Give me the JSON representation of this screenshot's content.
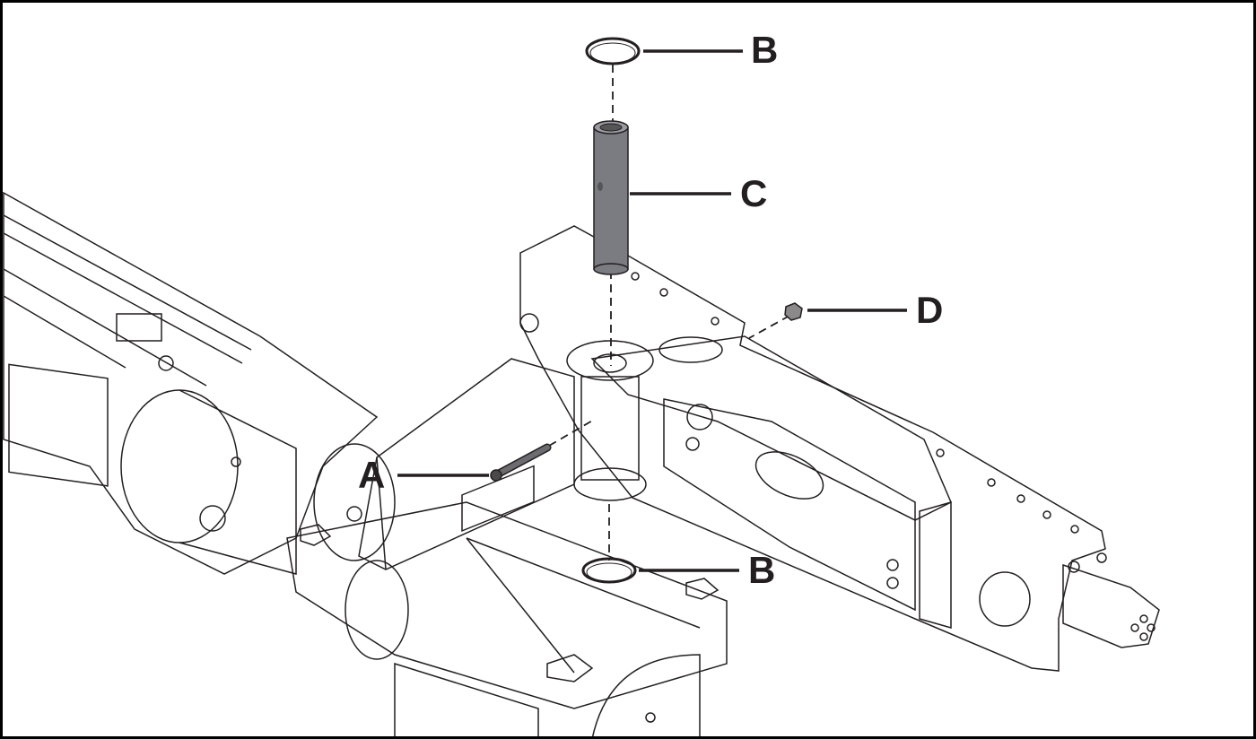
{
  "diagram": {
    "callouts": {
      "b_top": "B",
      "c": "C",
      "d": "D",
      "a": "A",
      "b_bottom": "B"
    },
    "colors": {
      "arm_fill": "#d9d9d9",
      "pin_fill": "#7b7b82",
      "line": "#231f20"
    }
  }
}
